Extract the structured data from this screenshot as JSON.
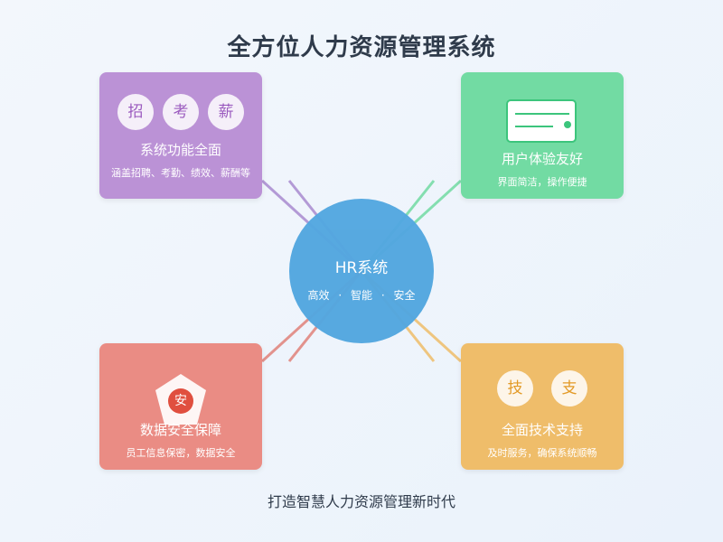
{
  "title": "全方位人力资源管理系统",
  "footer": "打造智慧人力资源管理新时代",
  "hub": {
    "title": "HR系统",
    "tags": [
      "高效",
      "智能",
      "安全"
    ],
    "separator": "·"
  },
  "cards": {
    "functions": {
      "badges": [
        "招",
        "考",
        "薪"
      ],
      "heading": "系统功能全面",
      "sub": "涵盖招聘、考勤、绩效、薪酬等"
    },
    "experience": {
      "heading": "用户体验友好",
      "sub": "界面简洁，操作便捷"
    },
    "security": {
      "badge": "安",
      "heading": "数据安全保障",
      "sub": "员工信息保密，数据安全"
    },
    "support": {
      "badges": [
        "技",
        "支"
      ],
      "heading": "全面技术支持",
      "sub": "及时服务，确保系统顺畅"
    }
  },
  "colors": {
    "purple": "#bb92d6",
    "green": "#72dba3",
    "red": "#ea8c84",
    "orange": "#efbd6a",
    "hub": "#53a7e0"
  }
}
